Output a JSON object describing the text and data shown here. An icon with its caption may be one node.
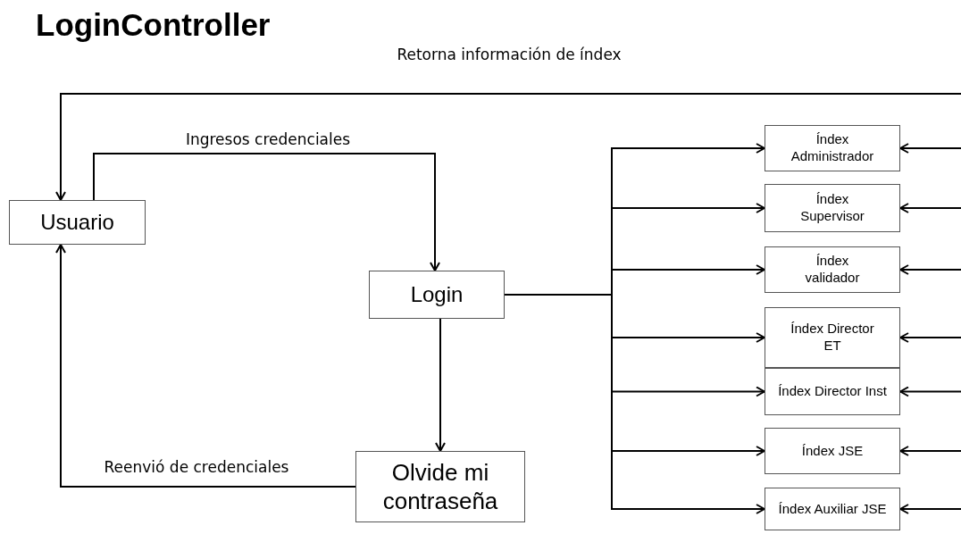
{
  "diagram": {
    "title": "LoginController",
    "nodes": [
      {
        "text": [
          "Usuario"
        ]
      },
      {
        "text": [
          "Login"
        ]
      },
      {
        "text": [
          "Olvide mi contraseña"
        ]
      },
      {
        "text": [
          "Índex Administrador"
        ]
      },
      {
        "text": [
          "Índex Supervisor"
        ]
      },
      {
        "text": [
          "Índex validador"
        ]
      },
      {
        "text": [
          "Índex Director ET"
        ]
      },
      {
        "text": [
          "Índex Director Inst"
        ]
      },
      {
        "text": [
          "Índex JSE"
        ]
      },
      {
        "text": [
          "Índex Auxiliar JSE"
        ]
      }
    ],
    "edges": [
      {
        "from": 0,
        "to": 1,
        "arrow": "to",
        "label": "Ingresos credenciales"
      },
      {
        "from": 1,
        "to": 2,
        "arrow": "to"
      },
      {
        "from": 2,
        "to": 0,
        "arrow": "to",
        "label": "Reenvió de credenciales"
      },
      {
        "from": 1,
        "to": 3,
        "arrow": "to"
      },
      {
        "from": 1,
        "to": 4,
        "arrow": "to"
      },
      {
        "from": 1,
        "to": 5,
        "arrow": "to"
      },
      {
        "from": 1,
        "to": 6,
        "arrow": "to"
      },
      {
        "from": 1,
        "to": 7,
        "arrow": "to"
      },
      {
        "from": 1,
        "to": 8,
        "arrow": "to"
      },
      {
        "from": 1,
        "to": 9,
        "arrow": "to"
      },
      {
        "from": null,
        "to": 3,
        "arrow": "to"
      },
      {
        "from": null,
        "to": 4,
        "arrow": "to"
      },
      {
        "from": null,
        "to": 5,
        "arrow": "to"
      },
      {
        "from": null,
        "to": 6,
        "arrow": "to"
      },
      {
        "from": null,
        "to": 7,
        "arrow": "to"
      },
      {
        "from": null,
        "to": 8,
        "arrow": "to"
      },
      {
        "from": null,
        "to": 9,
        "arrow": "to"
      },
      {
        "from": null,
        "to": 0,
        "arrow": "to",
        "label": "Retorna información de índex"
      }
    ]
  }
}
